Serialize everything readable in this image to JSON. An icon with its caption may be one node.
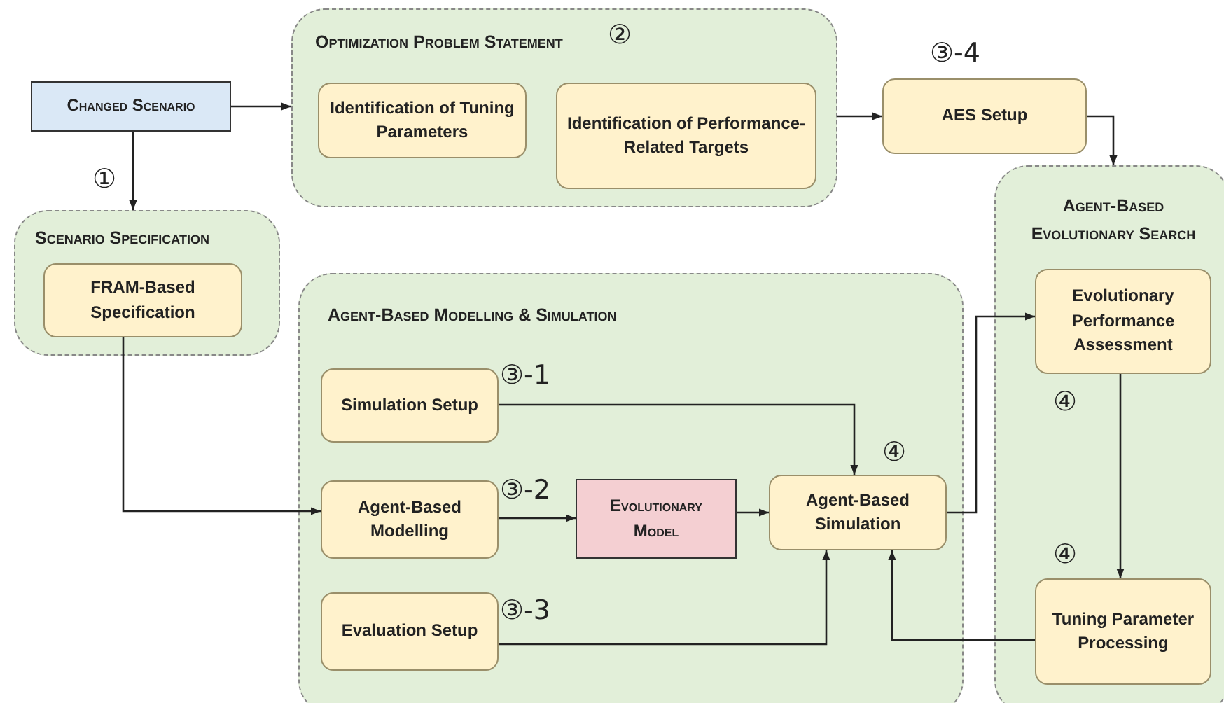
{
  "diagram": {
    "nodes": [
      {
        "text": [
          "Changed Scenario"
        ]
      },
      {
        "text": [
          "Optimization Problem Statement"
        ]
      },
      {
        "text": [
          "Identification of Tuning Parameters"
        ],
        "in": 1
      },
      {
        "text": [
          "Identification of Performance-Related Targets"
        ],
        "in": 1
      },
      {
        "text": [
          "AES Setup"
        ]
      },
      {
        "text": [
          "Scenario Specification"
        ]
      },
      {
        "text": [
          "FRAM-Based Specification"
        ],
        "in": 5
      },
      {
        "text": [
          "Agent-Based Evolutionary Search"
        ]
      },
      {
        "text": [
          "Evolutionary Performance Assessment"
        ],
        "in": 7
      },
      {
        "text": [
          "Tuning Parameter Processing"
        ],
        "in": 7
      },
      {
        "text": [
          "Agent-Based Modelling & Simulation"
        ]
      },
      {
        "text": [
          "Simulation Setup"
        ],
        "in": 10
      },
      {
        "text": [
          "Agent-Based Modelling"
        ],
        "in": 10
      },
      {
        "text": [
          "Evolutionary Model"
        ],
        "in": 10
      },
      {
        "text": [
          "Agent-Based Simulation"
        ],
        "in": 10
      },
      {
        "text": [
          "Evaluation Setup"
        ],
        "in": 10
      }
    ],
    "edges": [
      {
        "from": 0,
        "to": 1,
        "arrow": "to"
      },
      {
        "from": 0,
        "to": 5,
        "arrow": "to"
      },
      {
        "from": 1,
        "to": 4,
        "arrow": "to"
      },
      {
        "from": 4,
        "to": 7,
        "arrow": "to"
      },
      {
        "from": 6,
        "to": 12,
        "arrow": "to"
      },
      {
        "from": 11,
        "to": 14,
        "arrow": "to"
      },
      {
        "from": 12,
        "to": 13,
        "arrow": "to"
      },
      {
        "from": 13,
        "to": 14,
        "arrow": "to"
      },
      {
        "from": 15,
        "to": 14,
        "arrow": "to"
      },
      {
        "from": 14,
        "to": 8,
        "arrow": "to"
      },
      {
        "from": 8,
        "to": 9,
        "arrow": "to"
      },
      {
        "from": 9,
        "to": 14,
        "arrow": "to"
      }
    ],
    "labels": [
      "②",
      "③-4",
      "①",
      "③-1",
      "④",
      "④",
      "③-2",
      "④",
      "③-3"
    ]
  }
}
